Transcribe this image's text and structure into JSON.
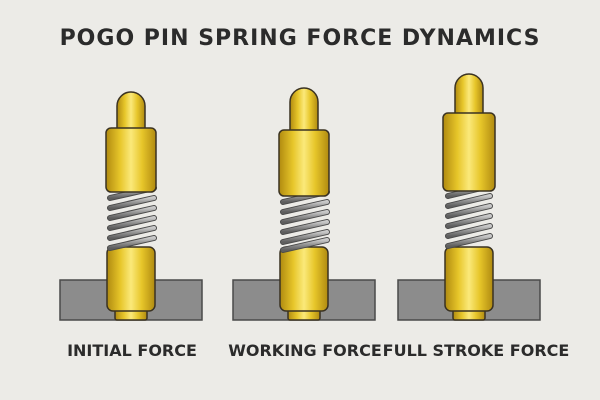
{
  "title": "POGO PIN SPRING FORCE DYNAMICS",
  "colors": {
    "background": "#ecebe7",
    "gold_dark": "#b08a10",
    "gold_mid": "#e7c62a",
    "gold_light": "#fbe97a",
    "outline": "#3a3222",
    "spring": "#8f8f8f",
    "board": "#8c8c8c",
    "text": "#2b2b2b"
  },
  "pins": [
    {
      "id": "initial",
      "label": "INITIAL FORCE"
    },
    {
      "id": "working",
      "label": "WORKING FORCE"
    },
    {
      "id": "full",
      "label": "FULL STROKE FORCE"
    }
  ]
}
